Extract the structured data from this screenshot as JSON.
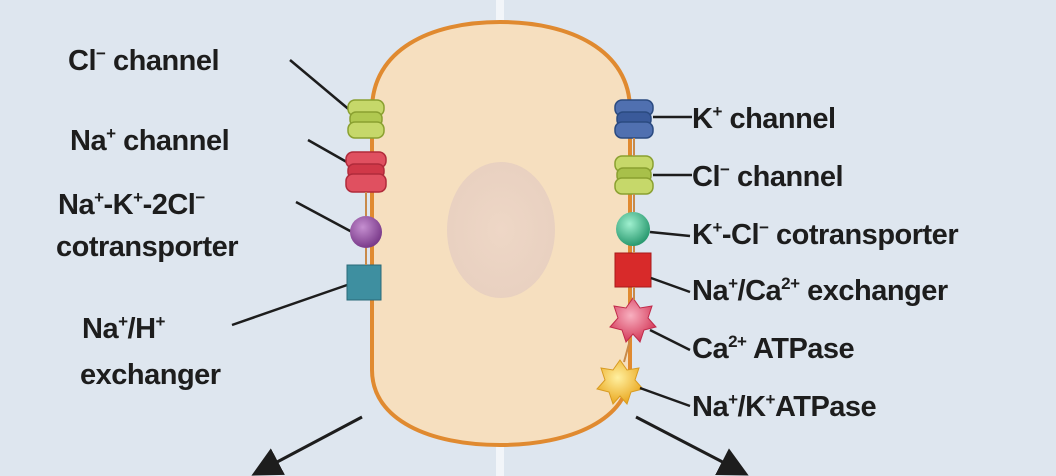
{
  "diagram": {
    "type": "cell membrane transporters",
    "colors": {
      "background": "#dee6ef",
      "cytoplasm": "#f6dfbf",
      "membrane": "#e08a30",
      "nucleus": "#ecd6c8",
      "cl_channel": "#a8c04a",
      "na_channel": "#d83a4a",
      "nkcc": "#8a4a9a",
      "nhe": "#3a8a9a",
      "k_channel": "#3a5a9a",
      "kcc": "#3ab88a",
      "ncx": "#d82a2a",
      "ca_atpase": "#e04a6a",
      "nak_atpase": "#f0c030",
      "arrow": "#1d1d1d"
    },
    "left_labels": [
      {
        "id": "cl-channel",
        "base": "Cl",
        "sup": "−",
        "rest": " channel"
      },
      {
        "id": "na-channel",
        "base": "Na",
        "sup": "+",
        "rest": " channel"
      },
      {
        "id": "nkcc-line1",
        "text_parts": [
          "Na",
          "+",
          "-K",
          "+",
          "-2Cl",
          "−"
        ]
      },
      {
        "id": "nkcc-line2",
        "text": "cotransporter"
      },
      {
        "id": "nhe-line1",
        "text_parts": [
          "Na",
          "+",
          "/H",
          "+"
        ]
      },
      {
        "id": "nhe-line2",
        "text": "exchanger"
      }
    ],
    "right_labels": [
      {
        "id": "k-channel",
        "text_parts": [
          "K",
          "+",
          " channel"
        ]
      },
      {
        "id": "cl-channel-right",
        "text_parts": [
          "Cl",
          "−",
          " channel"
        ]
      },
      {
        "id": "kcc",
        "text_parts": [
          "K",
          "+",
          "-Cl",
          "−",
          " cotransporter"
        ]
      },
      {
        "id": "ncx",
        "text_parts": [
          "Na",
          "+",
          "/Ca",
          "2+",
          " exchanger"
        ]
      },
      {
        "id": "ca-atpase",
        "text_parts": [
          "Ca",
          "2+",
          " ATPase"
        ]
      },
      {
        "id": "nak-atpase",
        "text_parts": [
          "Na",
          "+",
          "/K",
          "+",
          "ATPase"
        ]
      }
    ]
  }
}
